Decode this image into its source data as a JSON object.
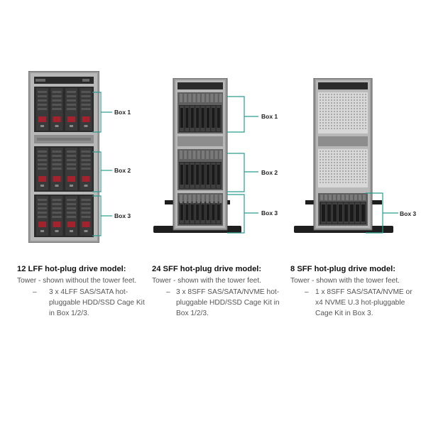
{
  "box_labels": {
    "box1": "Box 1",
    "box2": "Box 2",
    "box3": "Box 3"
  },
  "models": [
    {
      "title": "12 LFF hot-plug drive model:",
      "subtitle": "Tower - shown without the tower feet.",
      "bullet_dash": "–",
      "bullet": "3 x 4LFF SAS/SATA hot-pluggable HDD/SSD Cage Kit in Box 1/2/3."
    },
    {
      "title": "24 SFF hot-plug drive model:",
      "subtitle": "Tower - shown with the tower feet.",
      "bullet_dash": "–",
      "bullet": "3 x 8SFF SAS/SATA/NVME hot- pluggable HDD/SSD Cage Kit in Box 1/2/3."
    },
    {
      "title": "8 SFF hot-plug drive model:",
      "subtitle": "Tower - shown with the tower feet.",
      "bullet_dash": "–",
      "bullet": "1 x 8SFF SAS/SATA/NVME or x4 NVME U.3 hot-pluggable Cage Kit in Box 3."
    }
  ],
  "colors": {
    "chassis": "#9a9a9a",
    "bay": "#2b2b2b",
    "drive_red": "#a3222e",
    "bracket_teal": "#2a9d8f"
  }
}
